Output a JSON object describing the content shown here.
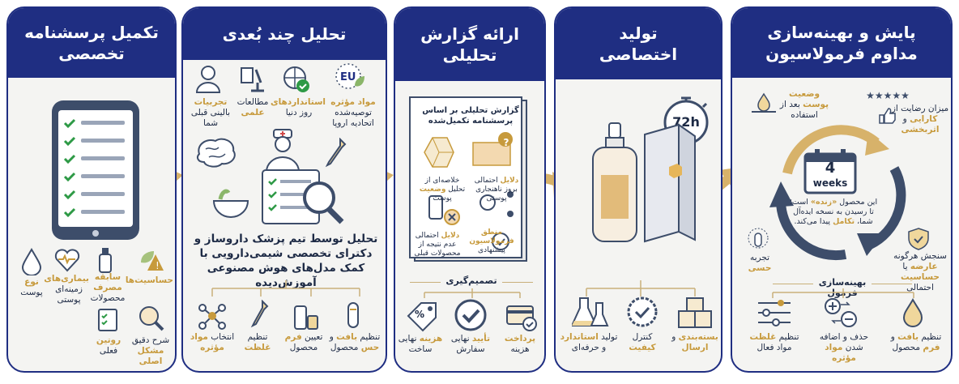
{
  "panels": [
    {
      "title": "تکمیل پرسشنامه\nتخصصی",
      "items": [
        "نوع پوست",
        "بیماری‌های زمینه‌ای پوستی",
        "سابقه مصرف محصولات",
        "حساسیت‌ها",
        "روتین فعلی",
        "شرح دقیق مشکل اصلی"
      ],
      "items_gold": [
        "نوع",
        "بیماری‌های",
        "سابقه مصرف",
        "حساسیت‌ها",
        "روتین",
        "مشکل اصلی"
      ]
    },
    {
      "title": "تحلیل چند بُعدی",
      "top": [
        "تجربیات بالینی قبلی شما",
        "مطالعات علمی",
        "استانداردهای روز دنیا",
        "مواد مؤثره توصیه‌شده اتحادیه اروپا"
      ],
      "eu": "EU",
      "desc": "تحلیل توسط تیم پزشک داروساز و دکترای تخصصی شیمی‌دارویی با کمک مدل‌های هوش مصنوعی آموزش‌دیده",
      "bottom": [
        "تنظیم بافت و حس محصول",
        "تعیین فرم محصول",
        "تنظیم غلظت",
        "انتخاب مواد مؤثره"
      ]
    },
    {
      "title": "ارائه گزارش\nتحلیلی",
      "report_title": "گزارش تحلیلی بر اساس پرسشنامه تکمیل‌شده",
      "report_items": [
        "دلایل احتمالی بروز ناهنجاری پوستی",
        "خلاصه‌ای از تحلیل وضعیت پوست",
        "منطق فرمولاسیون پیشنهادی",
        "دلایل احتمالی عدم نتیجه از محصولات قبلی"
      ],
      "question_mark": "?",
      "decision": "تصمیم‌گیری",
      "bottom": [
        "پرداخت هزینه",
        "تأیید نهایی سفارش",
        "هزینه نهایی ساخت"
      ],
      "tag": "%"
    },
    {
      "title": "تولید\nاختصاصی",
      "timer": "72h",
      "bottom": [
        "بسته‌بندی و ارسال",
        "کنترل کیفیت",
        "تولید استاندارد و حرفه‌ای"
      ]
    },
    {
      "title": "پایش و بهینه‌سازی\nمداوم فرمولاسیون",
      "weeks_num": "4",
      "weeks_label": "weeks",
      "stars": "★★★★★",
      "center_text": "این محصول «زنده» است؛ تا رسیدن به نسخه ایده‌آل شما، تکامل پیدا می‌کند.",
      "skin_state": "وضعیت پوست بعد از استفاده",
      "satisfaction": "میزان رضایت از کارایی و اثربخشی",
      "allergy": "سنجش هرگونه عارضه یا حساسیت احتمالی",
      "sense": "تجربه حسی",
      "optimize": "بهینه‌سازی فرمول",
      "bottom": [
        "تنظیم بافت و فرم محصول",
        "حذف و اضافه شدن مواد مؤثره",
        "تنظیم غلظت مواد فعال"
      ]
    }
  ],
  "colors": {
    "navy": "#1f2e82",
    "gold": "#c79a3c",
    "bg": "#f4f4f2",
    "green": "#2e9a46",
    "steel": "#3d4d6a"
  }
}
